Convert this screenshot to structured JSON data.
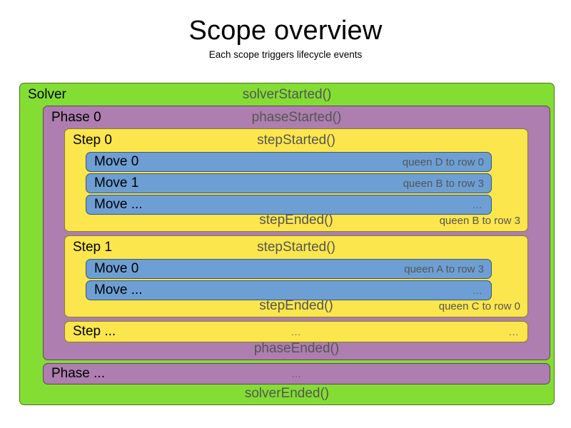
{
  "header": {
    "title": "Scope overview",
    "subtitle": "Each scope triggers lifecycle events"
  },
  "colors": {
    "solver": "#84DD33",
    "phase": "#AD7EAF",
    "step": "#FBE64D",
    "move": "#6D9FD4",
    "label_text": "#000000",
    "event_text": "#555555"
  },
  "solver": {
    "label": "Solver",
    "started_event": "solverStarted()",
    "ended_event": "solverEnded()",
    "phases": [
      {
        "label": "Phase 0",
        "started_event": "phaseStarted()",
        "ended_event": "phaseEnded()",
        "steps": [
          {
            "label": "Step 0",
            "started_event": "stepStarted()",
            "ended_event": "stepEnded()",
            "ended_result": "queen B to row 3",
            "moves": [
              {
                "label": "Move 0",
                "result": "queen D to row 0"
              },
              {
                "label": "Move 1",
                "result": "queen B to row 3"
              },
              {
                "label": "Move ...",
                "result": "..."
              }
            ]
          },
          {
            "label": "Step 1",
            "started_event": "stepStarted()",
            "ended_event": "stepEnded()",
            "ended_result": "queen C to row 0",
            "moves": [
              {
                "label": "Move 0",
                "result": "queen A to row 3"
              },
              {
                "label": "Move ...",
                "result": "..."
              }
            ]
          }
        ],
        "step_ellipsis": {
          "label": "Step ...",
          "event": "...",
          "result": "..."
        }
      }
    ],
    "phase_ellipsis": {
      "label": "Phase ...",
      "event": "..."
    }
  }
}
